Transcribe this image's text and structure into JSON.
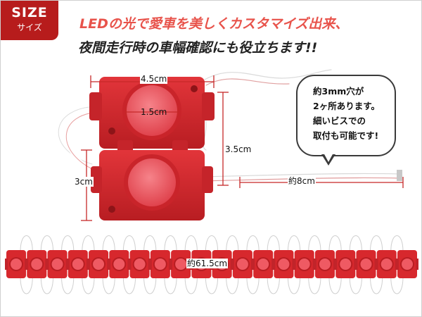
{
  "badge": {
    "title": "SIZE",
    "subtitle": "サイズ"
  },
  "headline": {
    "line1": "LEDの光で愛車を美しくカスタマイズ出来、",
    "line2": "夜間走行時の車幅確認にも役立ちます!!"
  },
  "bubble": {
    "lines": [
      "約3mm穴が",
      "2ヶ所あります。",
      "細いビスでの",
      "取付も可能です!"
    ]
  },
  "dimensions": {
    "width": "4.5cm",
    "lens": "1.5cm",
    "height": "3cm",
    "wire_spacing": "3.5cm",
    "cable": "約8cm",
    "strip": "約61.5cm"
  },
  "colors": {
    "brand_red": "#b71c1c",
    "headline_red": "#e8534b",
    "module_red": "#d7282d",
    "lens_red": "#ef5a63",
    "dimension_line": "#c62828"
  },
  "strip_module_count": 20
}
